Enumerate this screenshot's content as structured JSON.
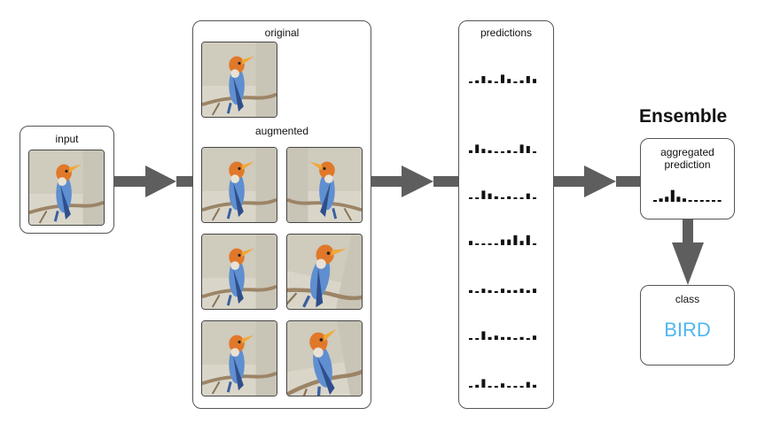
{
  "input": {
    "label": "input"
  },
  "augmentation": {
    "original_label": "original",
    "augmented_label": "augmented"
  },
  "predictions": {
    "label": "predictions",
    "histograms": [
      [
        1,
        2,
        5,
        2,
        1,
        6,
        3,
        1,
        2,
        5,
        3
      ],
      [
        2,
        6,
        3,
        2,
        1,
        1,
        2,
        1,
        6,
        5,
        0
      ],
      [
        1,
        1,
        6,
        4,
        2,
        1,
        2,
        1,
        1,
        4,
        1
      ],
      [
        3,
        1,
        1,
        1,
        1,
        4,
        4,
        7,
        3,
        7,
        1
      ],
      [
        2,
        1,
        3,
        2,
        1,
        3,
        2,
        2,
        3,
        2,
        3
      ],
      [
        1,
        1,
        6,
        2,
        3,
        2,
        2,
        1,
        2,
        1,
        3
      ],
      [
        1,
        2,
        6,
        1,
        1,
        3,
        1,
        1,
        1,
        4,
        2
      ]
    ]
  },
  "ensemble": {
    "title": "Ensemble",
    "aggregated_label": "aggregated\nprediction",
    "aggregated_hist": [
      1,
      2,
      3,
      7,
      3,
      2,
      1,
      1,
      1,
      1,
      1,
      1
    ],
    "class_label": "class",
    "class_value": "BIRD"
  },
  "colors": {
    "arrow": "#5e5e5e",
    "class_text": "#4fb6f0",
    "bar": "#111111"
  },
  "icons": [
    "bird-photo",
    "arrow-right",
    "arrow-down"
  ]
}
